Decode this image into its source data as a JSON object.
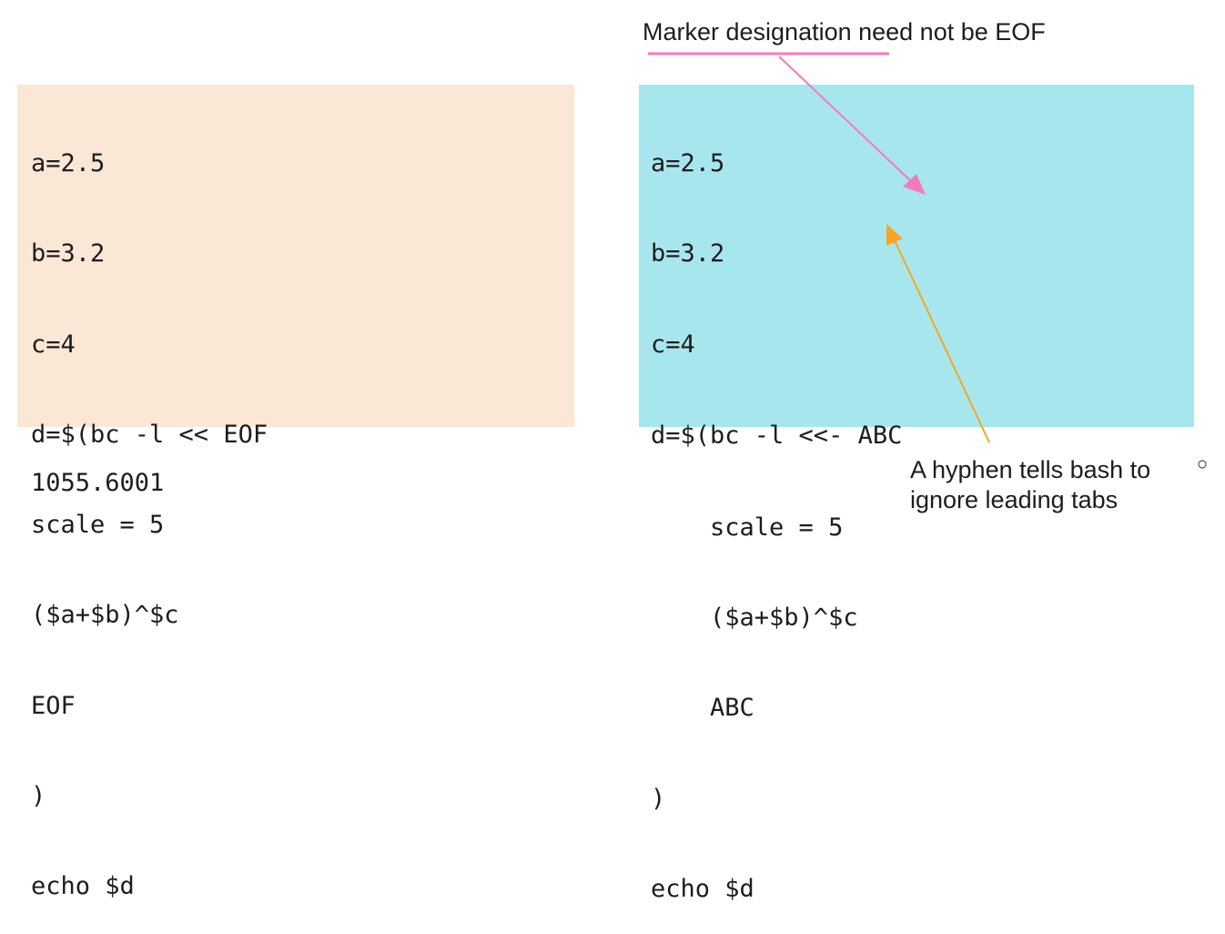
{
  "left_box": {
    "lines": [
      "a=2.5",
      "b=3.2",
      "c=4",
      "d=$(bc -l << EOF",
      "scale = 5",
      "($a+$b)^$c",
      "EOF",
      ")",
      "echo $d"
    ]
  },
  "right_box": {
    "lines": [
      "a=2.5",
      "b=3.2",
      "c=4",
      "d=$(bc -l <<- ABC",
      "    scale = 5",
      "    ($a+$b)^$c",
      "    ABC",
      ")",
      "echo $d"
    ]
  },
  "output": "1055.6001",
  "annotations": {
    "marker_note": "Marker designation need not be EOF",
    "hyphen_note_line1": "A hyphen tells bash to",
    "hyphen_note_line2": "ignore leading tabs"
  },
  "colors": {
    "left_box_bg": "#fbe7d6",
    "right_box_bg": "#a8e6ee",
    "marker_arrow": "#f27bbd",
    "hyphen_arrow": "#f5a623"
  }
}
